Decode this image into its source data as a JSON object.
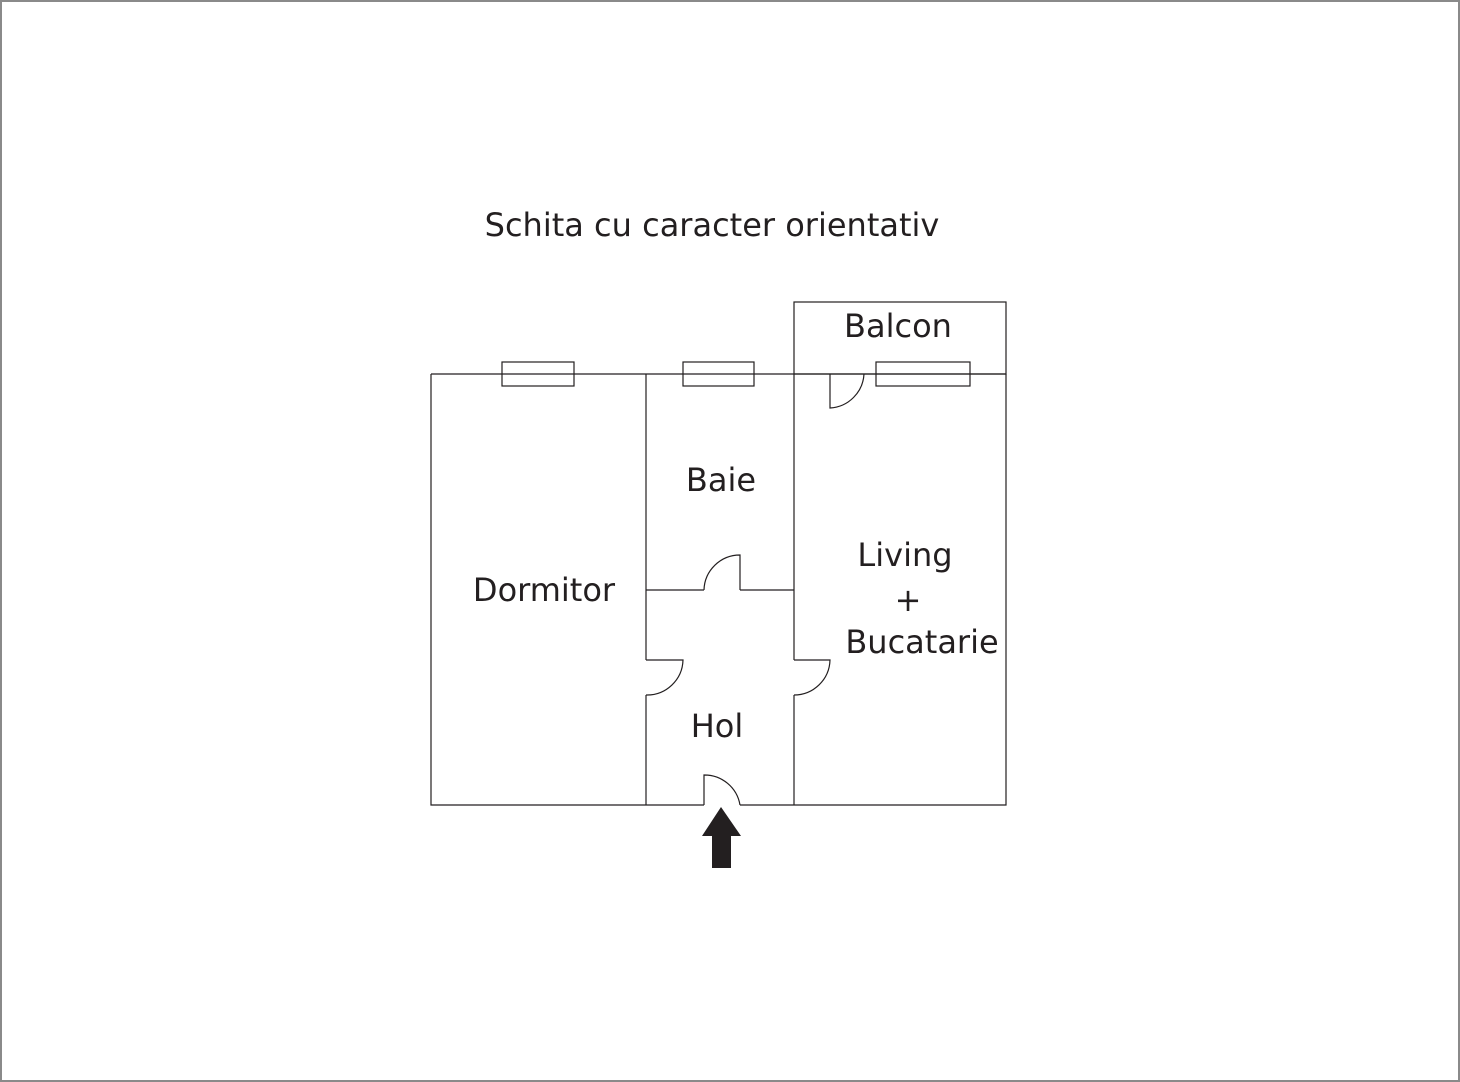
{
  "title": "Schita cu caracter orientativ",
  "rooms": {
    "dormitor": "Dormitor",
    "baie": "Baie",
    "balcon": "Balcon",
    "hol": "Hol",
    "living_line1": "Living",
    "living_line2": "+",
    "living_line3": "Bucatarie"
  },
  "colors": {
    "line": "#231f20",
    "border": "#8a8a8a",
    "background": "#ffffff"
  }
}
